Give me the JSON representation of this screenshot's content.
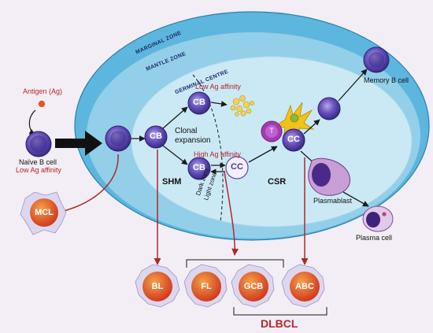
{
  "zones": {
    "marginal": "MARGINAL ZONE",
    "mantle": "MANTLE ZONE",
    "germinal": "GERMINAL CENTRE",
    "dark": "Dark zone",
    "light": "Light zone"
  },
  "antigen": "Antigen (Ag)",
  "naive": {
    "line1": "Naïve B cell",
    "line2": "Low Ag affinity"
  },
  "low_affinity": "Low Ag affinity",
  "high_affinity": "High Ag affinity",
  "clonal": {
    "line1": "Clonal",
    "line2": "expansion"
  },
  "shm": "SHM",
  "csr": "CSR",
  "cells": {
    "cb": "CB",
    "cc": "CC",
    "t": "T"
  },
  "memory": "Memory B cell",
  "plasmablast": "Plasmablast",
  "plasma": "Plasma cell",
  "lymphomas": {
    "mcl": "MCL",
    "bl": "BL",
    "fl": "FL",
    "gcb": "GCB",
    "abc": "ABC",
    "dlbcl": "DLBCL"
  },
  "colors": {
    "marginal": "#5db6dd",
    "mantle": "#93cfe8",
    "germinal": "#cbe9f5",
    "cell_purple": "#4b3a99",
    "arrow_red": "#b3262a",
    "tumor_orange": "#e4562a"
  }
}
